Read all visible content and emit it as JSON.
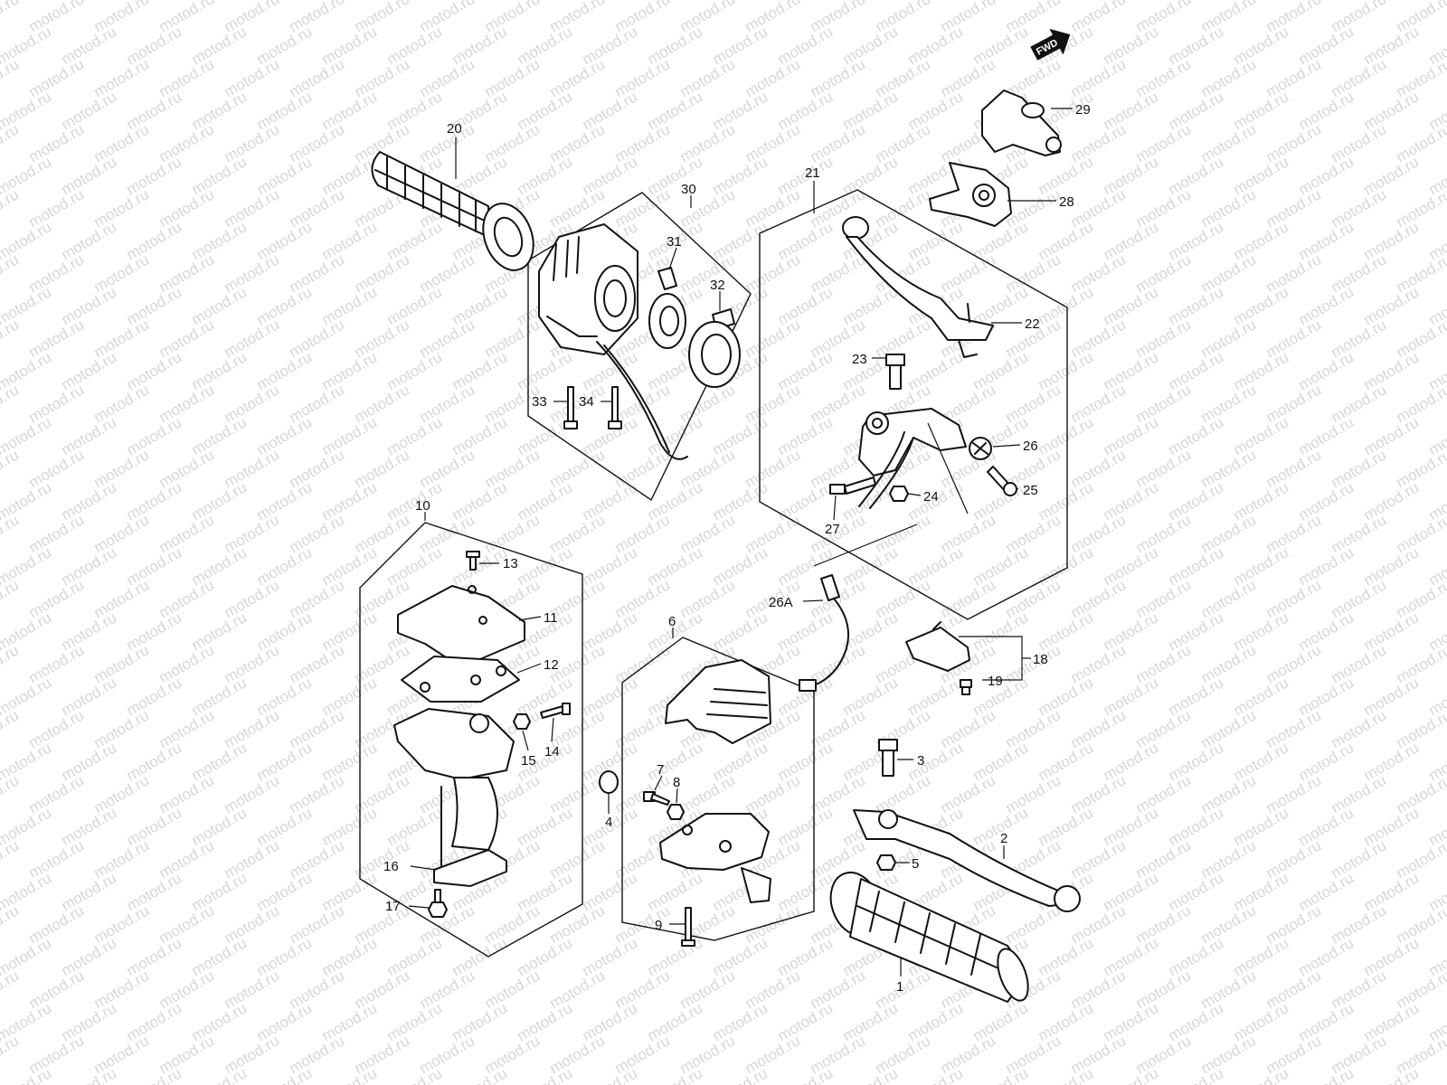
{
  "watermark": "motod.ru",
  "direction_badge": "FWD",
  "callouts": {
    "c1": "1",
    "c2": "2",
    "c3": "3",
    "c4": "4",
    "c5": "5",
    "c6": "6",
    "c7": "7",
    "c8": "8",
    "c9": "9",
    "c10": "10",
    "c11": "11",
    "c12": "12",
    "c13": "13",
    "c14": "14",
    "c15": "15",
    "c16": "16",
    "c17": "17",
    "c18": "18",
    "c19": "19",
    "c20": "20",
    "c21": "21",
    "c22": "22",
    "c23": "23",
    "c24": "24",
    "c25": "25",
    "c26": "26",
    "c26A": "26A",
    "c27": "27",
    "c28": "28",
    "c29": "29",
    "c30": "30",
    "c31": "31",
    "c32": "32",
    "c33": "33",
    "c34": "34"
  }
}
